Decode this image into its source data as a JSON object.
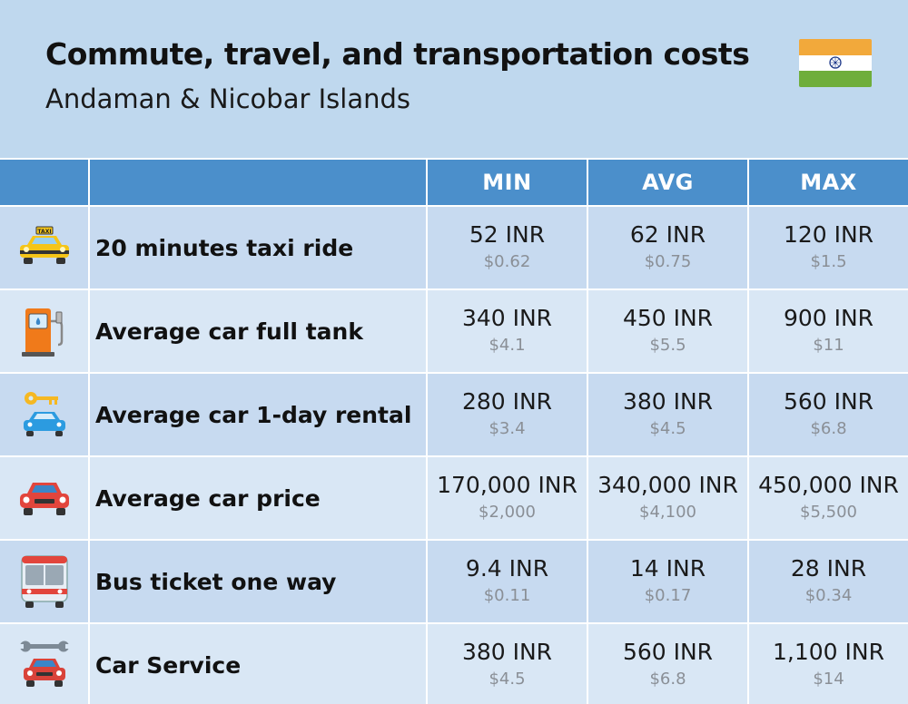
{
  "header": {
    "title": "Commute, travel, and transportation costs",
    "subtitle": "Andaman & Nicobar Islands",
    "flag": "india-flag"
  },
  "colors": {
    "header_bg": "#bfd8ee",
    "table_head_bg": "#4b8fcb",
    "row_dark": "#c7daf0",
    "row_light": "#d9e7f5",
    "usd_text": "#8a8f96"
  },
  "columns": [
    "MIN",
    "AVG",
    "MAX"
  ],
  "rows": [
    {
      "label": "20 minutes taxi ride",
      "icon": "taxi-icon",
      "min": {
        "inr": "52 INR",
        "usd": "$0.62"
      },
      "avg": {
        "inr": "62 INR",
        "usd": "$0.75"
      },
      "max": {
        "inr": "120 INR",
        "usd": "$1.5"
      }
    },
    {
      "label": "Average car full tank",
      "icon": "fuel-pump-icon",
      "min": {
        "inr": "340 INR",
        "usd": "$4.1"
      },
      "avg": {
        "inr": "450 INR",
        "usd": "$5.5"
      },
      "max": {
        "inr": "900 INR",
        "usd": "$11"
      }
    },
    {
      "label": "Average car 1-day rental",
      "icon": "car-rental-key-icon",
      "min": {
        "inr": "280 INR",
        "usd": "$3.4"
      },
      "avg": {
        "inr": "380 INR",
        "usd": "$4.5"
      },
      "max": {
        "inr": "560 INR",
        "usd": "$6.8"
      }
    },
    {
      "label": "Average car price",
      "icon": "car-icon",
      "min": {
        "inr": "170,000 INR",
        "usd": "$2,000"
      },
      "avg": {
        "inr": "340,000 INR",
        "usd": "$4,100"
      },
      "max": {
        "inr": "450,000 INR",
        "usd": "$5,500"
      }
    },
    {
      "label": "Bus ticket one way",
      "icon": "bus-icon",
      "min": {
        "inr": "9.4 INR",
        "usd": "$0.11"
      },
      "avg": {
        "inr": "14 INR",
        "usd": "$0.17"
      },
      "max": {
        "inr": "28 INR",
        "usd": "$0.34"
      }
    },
    {
      "label": "Car Service",
      "icon": "car-service-wrench-icon",
      "min": {
        "inr": "380 INR",
        "usd": "$4.5"
      },
      "avg": {
        "inr": "560 INR",
        "usd": "$6.8"
      },
      "max": {
        "inr": "1,100 INR",
        "usd": "$14"
      }
    }
  ]
}
